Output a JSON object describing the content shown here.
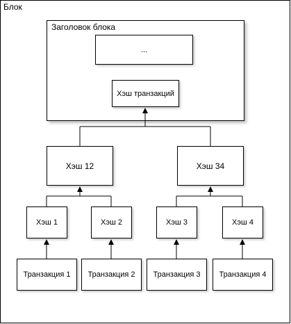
{
  "diagram": {
    "block_label": "Блок",
    "header_label": "Заголовок блока",
    "ellipsis": "...",
    "tx_hash": "Хэш транзакций",
    "hash12": "Хэш 12",
    "hash34": "Хэш 34",
    "hash1": "Хэш 1",
    "hash2": "Хэш 2",
    "hash3": "Хэш 3",
    "hash4": "Хэш 4",
    "tx1": "Транзакция 1",
    "tx2": "Транзакция 2",
    "tx3": "Транзакция 3",
    "tx4": "Транзакция 4"
  }
}
